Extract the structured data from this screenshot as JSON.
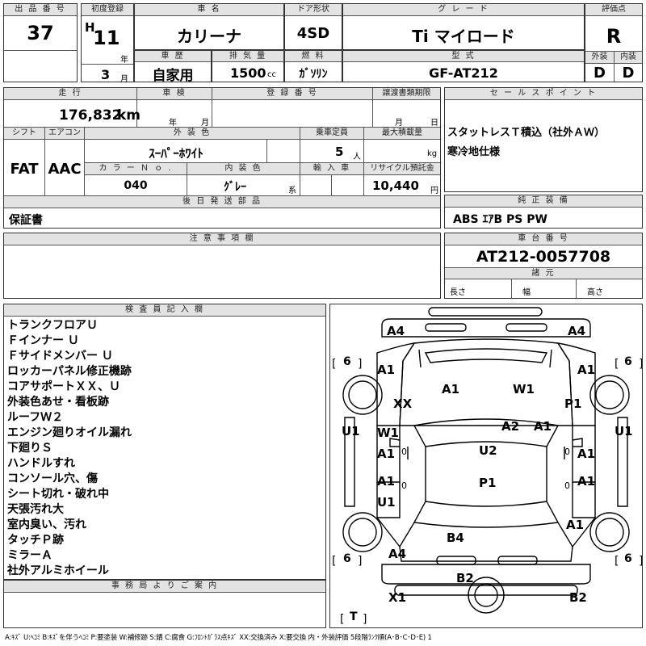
{
  "row1": {
    "lot_label": "出 品 番 号",
    "lot": "37",
    "first_reg_label": "初度登録",
    "era": "H",
    "year": "11",
    "year_unit": "年",
    "month": "3",
    "month_unit": "月",
    "car_name_label": "車 名",
    "car_name": "カリーナ",
    "door_label": "ドア形状",
    "door": "4SD",
    "grade_label": "グ レ ー ド",
    "grade": "Ti マイロード",
    "score_label": "評価点",
    "score": "R",
    "history_label": "車 歴",
    "history": "自家用",
    "displacement_label": "排 気 量",
    "displacement": "1500",
    "displacement_unit": "cc",
    "fuel_label": "燃 料",
    "fuel": "ｶﾞｿﾘﾝ",
    "model_label": "型 式",
    "model": "GF-AT212",
    "ext_label": "外装",
    "ext": "D",
    "int_label": "内装",
    "int": "D"
  },
  "row2": {
    "mileage_label": "走 行",
    "mileage": "176,832",
    "mileage_unit": "km",
    "inspection_label": "車 検",
    "insp_year_unit": "年",
    "insp_month_unit": "月",
    "reg_label": "登 録 番 号",
    "deadline_label": "譲渡書類期限",
    "dl_month_unit": "月",
    "dl_day_unit": "日",
    "shift_label": "シフト",
    "shift": "FAT",
    "ac_label": "エアコン",
    "ac": "AAC",
    "color_label": "外 装 色",
    "color": "ｽｰﾊﾟｰﾎﾜｲﾄ",
    "capacity_label": "乗車定員",
    "capacity": "5",
    "capacity_unit": "人",
    "load_label": "最大積載量",
    "load_unit": "kg",
    "color_no_label": "カ ラ ー Ｎ ｏ .",
    "color_no": "040",
    "int_color_label": "内 装 色",
    "int_color": "ｸﾞﾚｰ",
    "int_color_unit": "系",
    "import_label": "輸 入 車",
    "recycle_label": "リサイクル預託金",
    "recycle": "10,440",
    "recycle_unit": "円",
    "later_label": "後 日 発 送 部 品",
    "later": "保証書",
    "sales_label": "セ ー ル ス ポ イ ン ト",
    "sales_1": "スタットレスＴ積込（社外ＡＷ）",
    "sales_2": "寒冷地仕様",
    "equip_label": "純 正 装 備",
    "equip": "ABS ｴｱB PS PW"
  },
  "notes": {
    "label": "注 意 事 項 欄"
  },
  "chassis": {
    "label": "車 台 番 号",
    "number": "AT212-0057708",
    "spec_label": "諸 元",
    "length": "長さ",
    "width": "幅",
    "height": "高さ"
  },
  "inspector": {
    "label": "検 査 員 記 入 欄",
    "lines": [
      "トランクフロアＵ",
      "Ｆインナー Ｕ",
      "Ｆサイドメンバー Ｕ",
      "ロッカーパネル修正機跡",
      "コアサポートＸＸ、Ｕ",
      "外装色あせ・看板跡",
      "ルーフＷ２",
      "エンジン廻りオイル漏れ",
      "下廻りＳ",
      "ハンドルすれ",
      "コンソール穴、傷",
      "シート切れ・破れ中",
      "天張汚れ大",
      "室内臭い、汚れ",
      "タッチＰ跡",
      "ミラーＡ",
      "社外アルミホイール"
    ]
  },
  "office": {
    "label": "事 務 局 よ り ご 案 内"
  },
  "diagram": {
    "marks": {
      "a4_tl": "A4",
      "a4_tr": "A4",
      "a1_fl": "A1",
      "a1_fr": "A1",
      "xx": "XX",
      "a1_hood": "A1",
      "w1_hood": "W1",
      "p1_fr": "P1",
      "u1_l": "U1",
      "u1_r": "U1",
      "w1_l": "W1",
      "a2": "A2",
      "a1_r": "A1",
      "a1_l1": "A1",
      "a1_r1": "A1",
      "u2": "U2",
      "p1": "P1",
      "a1_l2": "A1",
      "a1_r2": "A1",
      "u1_l2": "U1",
      "a1_rr": "A1",
      "b4": "B4",
      "a4_bl": "A4",
      "b2_c": "B2",
      "x1": "X1",
      "b2_r": "B2"
    },
    "tire": "6",
    "spare": "T"
  },
  "legend": "A:ｷｽﾞ U:ﾍｺﾐ B:ｷｽﾞを伴うﾍｺﾐ P:要塗装 W:補修跡 S:錆 C:腐食 G:ﾌﾛﾝﾄｶﾞﾗｽ点ｷｽﾞ XX:交換済み X:要交換 内・外装評価 5段階ﾗﾝｸ順(A･B･C･D･E) 1"
}
